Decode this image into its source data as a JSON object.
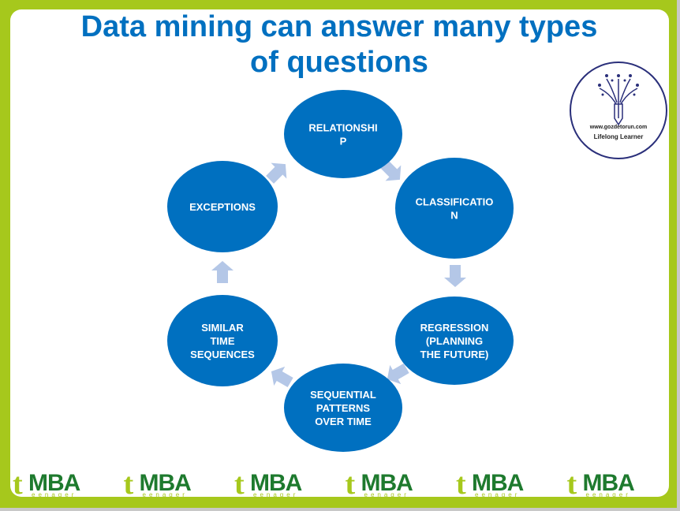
{
  "slide": {
    "title_line1": "Data mining can answer many types",
    "title_line2": "of questions"
  },
  "colors": {
    "frame": "#a6c81c",
    "node": "#0070c0",
    "arrow": "#b4c7e7",
    "title": "#0070c0"
  },
  "nodes": [
    {
      "lines": [
        "RELATIONSHI",
        "P"
      ]
    },
    {
      "lines": [
        "CLASSIFICATIO",
        "N"
      ]
    },
    {
      "lines": [
        "REGRESSION",
        "(PLANNING",
        "THE FUTURE)"
      ]
    },
    {
      "lines": [
        "SEQUENTIAL",
        "PATTERNS",
        "OVER TIME"
      ]
    },
    {
      "lines": [
        "SIMILAR",
        "TIME",
        "SEQUENCES"
      ]
    },
    {
      "lines": [
        "EXCEPTIONS"
      ]
    }
  ],
  "logo": {
    "url": "www.gozdetorun.com",
    "tagline": "Lifelong Learner"
  },
  "footer_brand": {
    "main": "MBA",
    "prefix": "t",
    "sub": "eenager",
    "count": 6
  }
}
